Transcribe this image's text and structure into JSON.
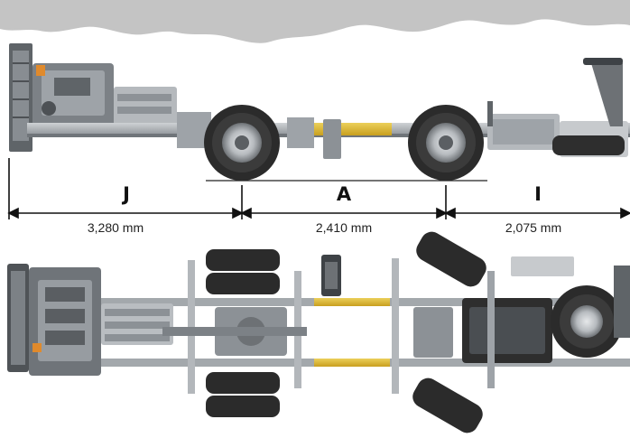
{
  "dimensions": [
    {
      "letter": "J",
      "value": "3,280 mm"
    },
    {
      "letter": "A",
      "value": "2,410 mm"
    },
    {
      "letter": "I",
      "value": "2,075 mm"
    }
  ],
  "colors": {
    "torn_paper": "#c4c4c4",
    "frame_gray": "#a9adb1",
    "frame_dark": "#7c8186",
    "tire": "#2b2b2b",
    "extension_yellow": "#d9b52f",
    "dimension_line": "#111111"
  }
}
